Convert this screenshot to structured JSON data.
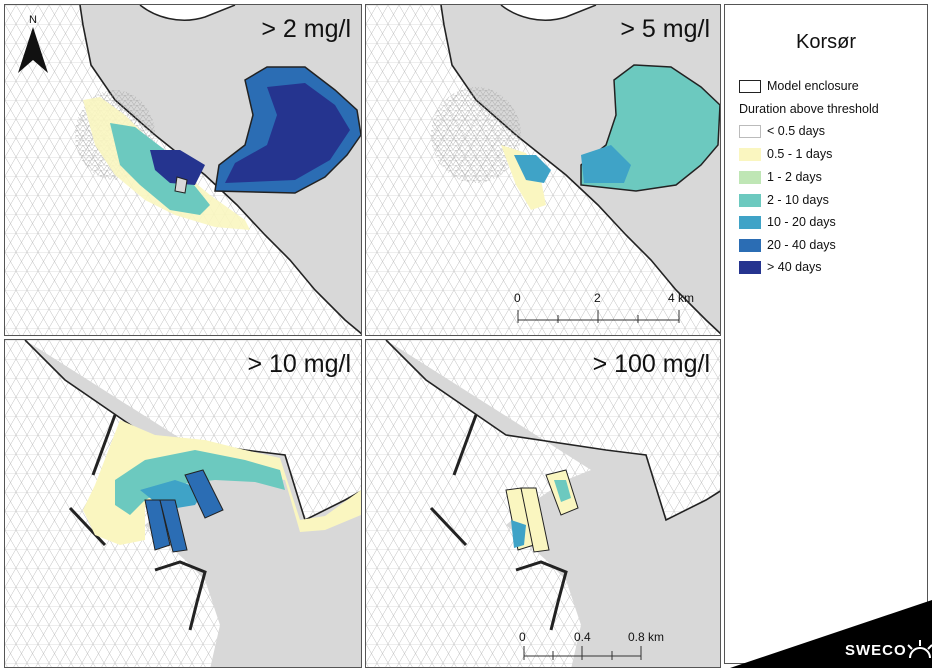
{
  "panels": [
    {
      "title": "> 2 mg/l"
    },
    {
      "title": "> 5 mg/l"
    },
    {
      "title": "> 10 mg/l"
    },
    {
      "title": "> 100 mg/l"
    }
  ],
  "north_label": "N",
  "legend": {
    "title": "Korsør",
    "enclosure_label": "Model enclosure",
    "duration_header": "Duration above threshold",
    "classes": [
      {
        "label": "< 0.5 days",
        "color": "#ffffff"
      },
      {
        "label": "0.5 - 1 days",
        "color": "#faf6c0"
      },
      {
        "label": "1 - 2 days",
        "color": "#bfe6b5"
      },
      {
        "label": "2 - 10 days",
        "color": "#6cc9bf"
      },
      {
        "label": "10 - 20 days",
        "color": "#3fa3c7"
      },
      {
        "label": "20 - 40 days",
        "color": "#2b6db4"
      },
      {
        "label": "> 40 days",
        "color": "#25348f"
      }
    ]
  },
  "scale_top": {
    "labels": [
      "0",
      "2",
      "4 km"
    ]
  },
  "scale_bottom": {
    "labels": [
      "0",
      "0.4",
      "0.8 km"
    ]
  },
  "logo": {
    "text": "SWECO"
  },
  "colors": {
    "land": "#d8d8d8",
    "sea": "#ffffff",
    "mesh": "#b8b8b8",
    "border": "#222222"
  }
}
